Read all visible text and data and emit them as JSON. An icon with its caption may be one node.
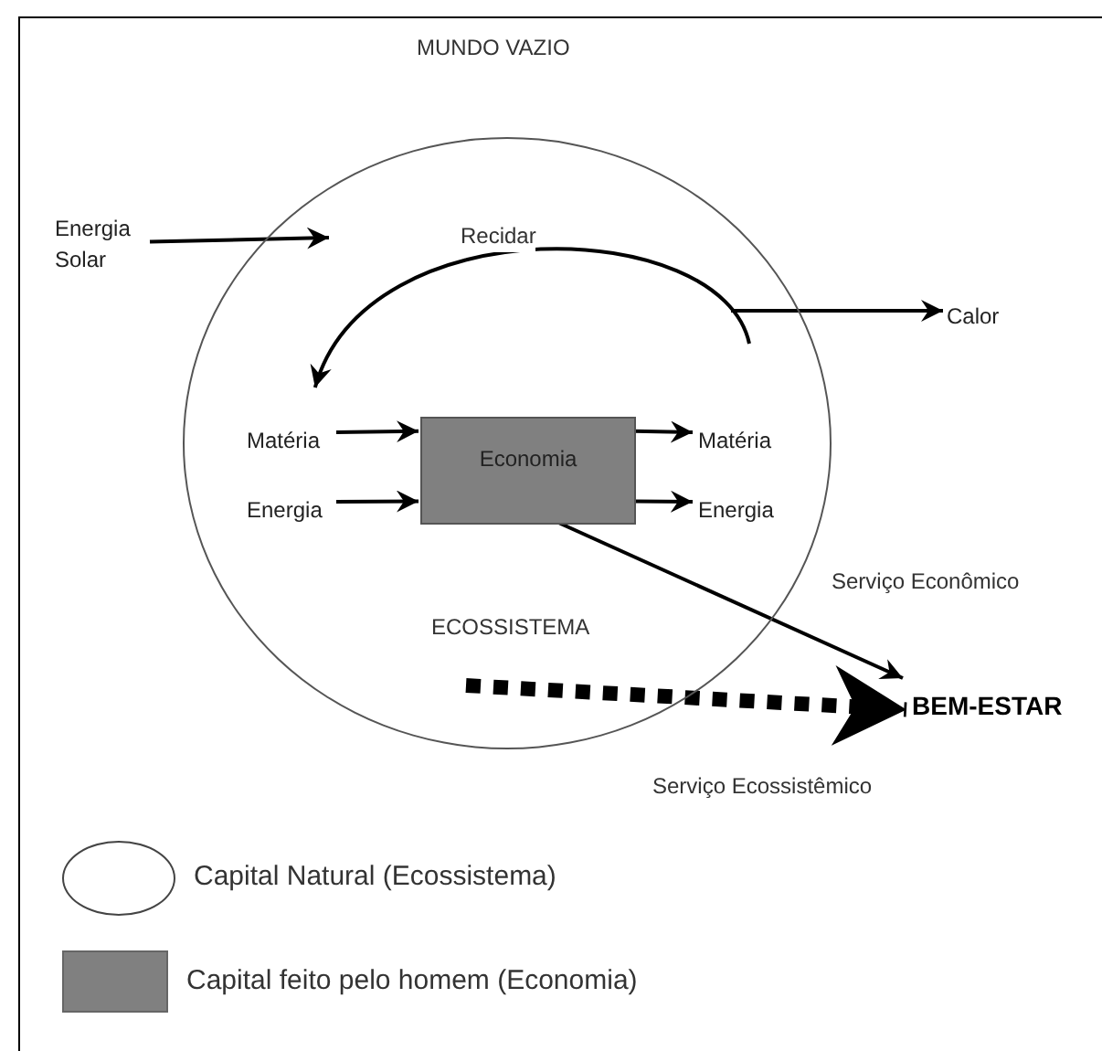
{
  "diagram": {
    "title": "MUNDO VAZIO",
    "nodes": [
      {
        "text": [
          "ECOSSISTEMA"
        ]
      },
      {
        "text": [
          "Energia Solar"
        ]
      },
      {
        "text": [
          "Matéria"
        ],
        "in": 0
      },
      {
        "text": [
          "Energia"
        ],
        "in": 0
      },
      {
        "text": [
          "Economia"
        ],
        "in": 0
      },
      {
        "text": [
          "Matéria"
        ],
        "in": 0
      },
      {
        "text": [
          "Energia"
        ],
        "in": 0
      },
      {
        "text": [
          "Calor"
        ]
      },
      {
        "text": [
          "BEM-ESTAR"
        ]
      }
    ],
    "edges": [
      {
        "from": 1,
        "to": 0,
        "arrow": "to"
      },
      {
        "from": 5,
        "to": 2,
        "arrow": "to",
        "label": "Recidar"
      },
      {
        "from": 2,
        "to": 4,
        "arrow": "to"
      },
      {
        "from": 3,
        "to": 4,
        "arrow": "to"
      },
      {
        "from": 4,
        "to": 5,
        "arrow": "to"
      },
      {
        "from": 4,
        "to": 6,
        "arrow": "to"
      },
      {
        "from": null,
        "to": 7,
        "arrow": "to"
      },
      {
        "from": 4,
        "to": 8,
        "arrow": "to",
        "label": "Serviço Econômico"
      },
      {
        "from": null,
        "to": 8,
        "arrow": "to",
        "style": "dashed",
        "label": "Serviço Ecossistêmico"
      }
    ],
    "legend": [
      {
        "text": "Capital Natural (Ecossistema)"
      },
      {
        "text": "Capital feito pelo homem (Economia)",
        "color": "#808080"
      }
    ]
  }
}
